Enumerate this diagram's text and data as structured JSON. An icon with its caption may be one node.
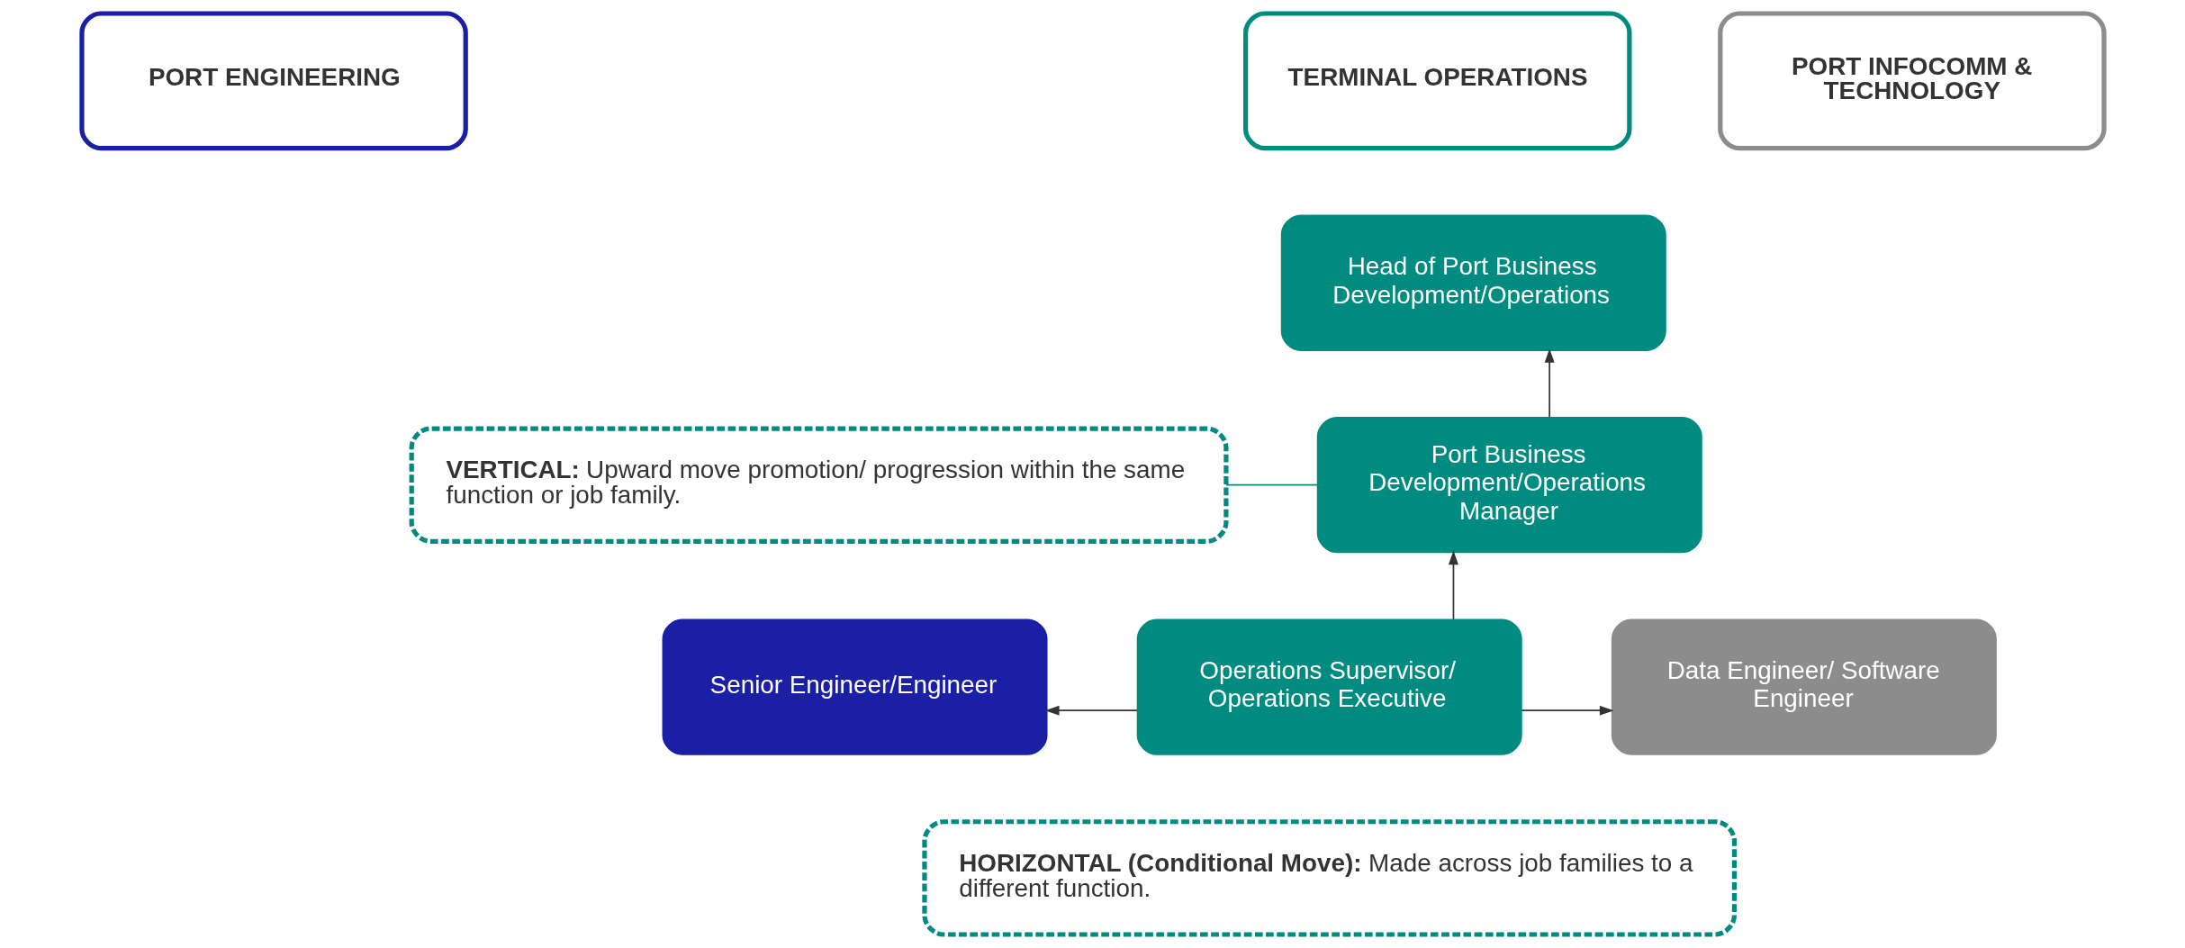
{
  "diagram": {
    "nodes": [
      {
        "text": [
          "PORT ENGINEERING"
        ]
      },
      {
        "text": [
          "TERMINAL OPERATIONS"
        ]
      },
      {
        "text": [
          "PORT INFOCOMM & TECHNOLOGY"
        ]
      },
      {
        "text": [
          "Head of Port Business Development/Operations"
        ]
      },
      {
        "text": [
          "Port Business Development/Operations Manager"
        ]
      },
      {
        "text": [
          "**VERTICAL:** Upward move promotion/ progression within the same function or job family."
        ]
      },
      {
        "text": [
          "Senior Engineer/Engineer"
        ]
      },
      {
        "text": [
          "Operations Supervisor/ Operations Executive"
        ]
      },
      {
        "text": [
          "Data Engineer/ Software Engineer"
        ]
      },
      {
        "text": [
          "**HORIZONTAL (Conditional Move):** Made across job families to a different function."
        ]
      }
    ],
    "edges": [
      {
        "from": 7,
        "to": 4,
        "arrow": "to"
      },
      {
        "from": 4,
        "to": 3,
        "arrow": "to"
      },
      {
        "from": 7,
        "to": 6,
        "arrow": "to"
      },
      {
        "from": 7,
        "to": 8,
        "arrow": "to"
      },
      {
        "from": 5,
        "to": 4,
        "arrow": "none",
        "color": "#008b80"
      }
    ]
  }
}
